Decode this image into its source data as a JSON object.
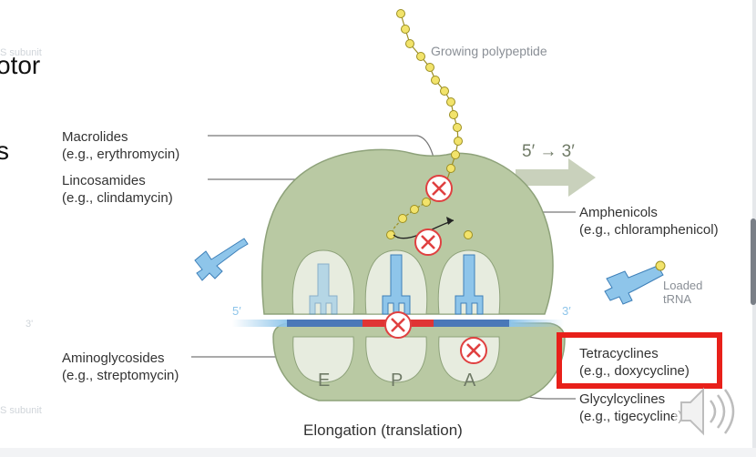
{
  "left_panel": {
    "partial_text_1": "otor",
    "partial_text_2": "s",
    "ghost_1": "S subunit",
    "ghost_2": "3'",
    "ghost_3": "S subunit"
  },
  "diagram": {
    "growing_polypeptide": "Growing polypeptide",
    "direction": "5′ → 3′",
    "site_e": "E",
    "site_p": "P",
    "site_a": "A",
    "mrna_5": "5′",
    "mrna_3": "3′",
    "loaded_trna_line1": "Loaded",
    "loaded_trna_line2": "tRNA",
    "caption": "Elongation (translation)"
  },
  "labels": {
    "macrolides": "Macrolides",
    "macrolides_eg": "(e.g., erythromycin)",
    "lincosamides": "Lincosamides",
    "lincosamides_eg": "(e.g., clindamycin)",
    "amphenicols": "Amphenicols",
    "amphenicols_eg": "(e.g., chloramphenicol)",
    "aminoglycosides": "Aminoglycosides",
    "aminoglycosides_eg": "(e.g., streptomycin)",
    "tetracyclines": "Tetracyclines",
    "tetracyclines_eg": "(e.g., doxycycline)",
    "glycylcyclines": "Glycylcyclines",
    "glycylcyclines_eg": "(e.g., tigecycline)"
  },
  "colors": {
    "ribosome": "#b9c9a3",
    "ribosome_dark": "#8ea27a",
    "trna": "#8ec5ea",
    "trna_stroke": "#3d7fb8",
    "bead": "#f2e36b",
    "bead_stroke": "#9c8f22",
    "mrna_blue": "#4a78b8",
    "mrna_red": "#e03434",
    "inhibitor_red": "#e04040",
    "highlight": "#e8201a",
    "arrow": "#c9d1bc"
  },
  "icons": {
    "speaker": "speaker-icon",
    "inhibit": "x-circle-icon"
  }
}
